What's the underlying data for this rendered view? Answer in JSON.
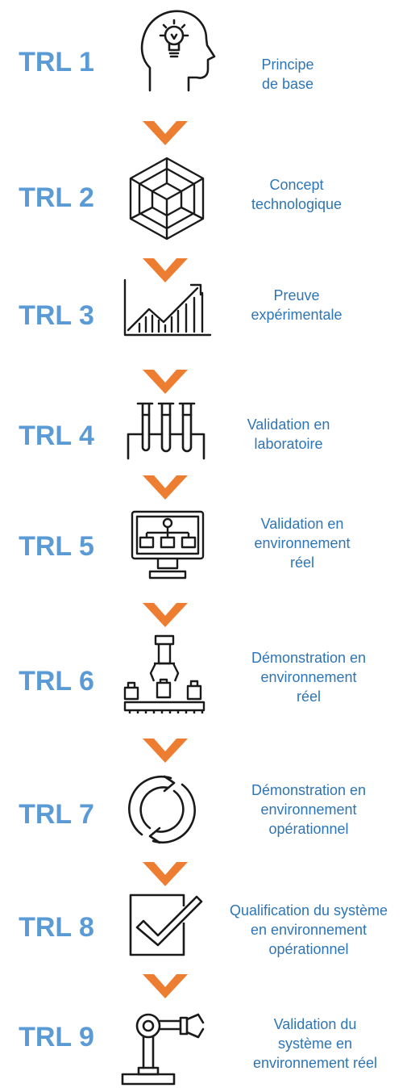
{
  "steps": [
    {
      "level": "TRL 1",
      "icon": "head-lightbulb-icon",
      "lines": [
        "Principe",
        "de base"
      ]
    },
    {
      "level": "TRL 2",
      "icon": "cube-concept-icon",
      "lines": [
        "Concept",
        "technologique"
      ]
    },
    {
      "level": "TRL 3",
      "icon": "growth-chart-icon",
      "lines": [
        "Preuve",
        "expérimentale"
      ]
    },
    {
      "level": "TRL 4",
      "icon": "test-tubes-icon",
      "lines": [
        "Validation en",
        "laboratoire"
      ]
    },
    {
      "level": "TRL 5",
      "icon": "monitor-hierarchy-icon",
      "lines": [
        "Validation en",
        "environnement",
        "réel"
      ]
    },
    {
      "level": "TRL 6",
      "icon": "factory-gripper-icon",
      "lines": [
        "Démonstration en",
        "environnement",
        "réel"
      ]
    },
    {
      "level": "TRL 7",
      "icon": "cycle-arrows-icon",
      "lines": [
        "Démonstration en",
        "environnement",
        "opérationnel"
      ]
    },
    {
      "level": "TRL 8",
      "icon": "checkbox-check-icon",
      "lines": [
        "Qualification du système",
        "en environnement",
        "opérationnel"
      ]
    },
    {
      "level": "TRL 9",
      "icon": "robot-arm-icon",
      "lines": [
        "Validation du",
        "système en",
        "environnement  réel"
      ]
    }
  ],
  "colors": {
    "label": "#5b9bd5",
    "description": "#2e75b6",
    "chevron": "#ed7d31",
    "icon": "#1a1a1a"
  }
}
